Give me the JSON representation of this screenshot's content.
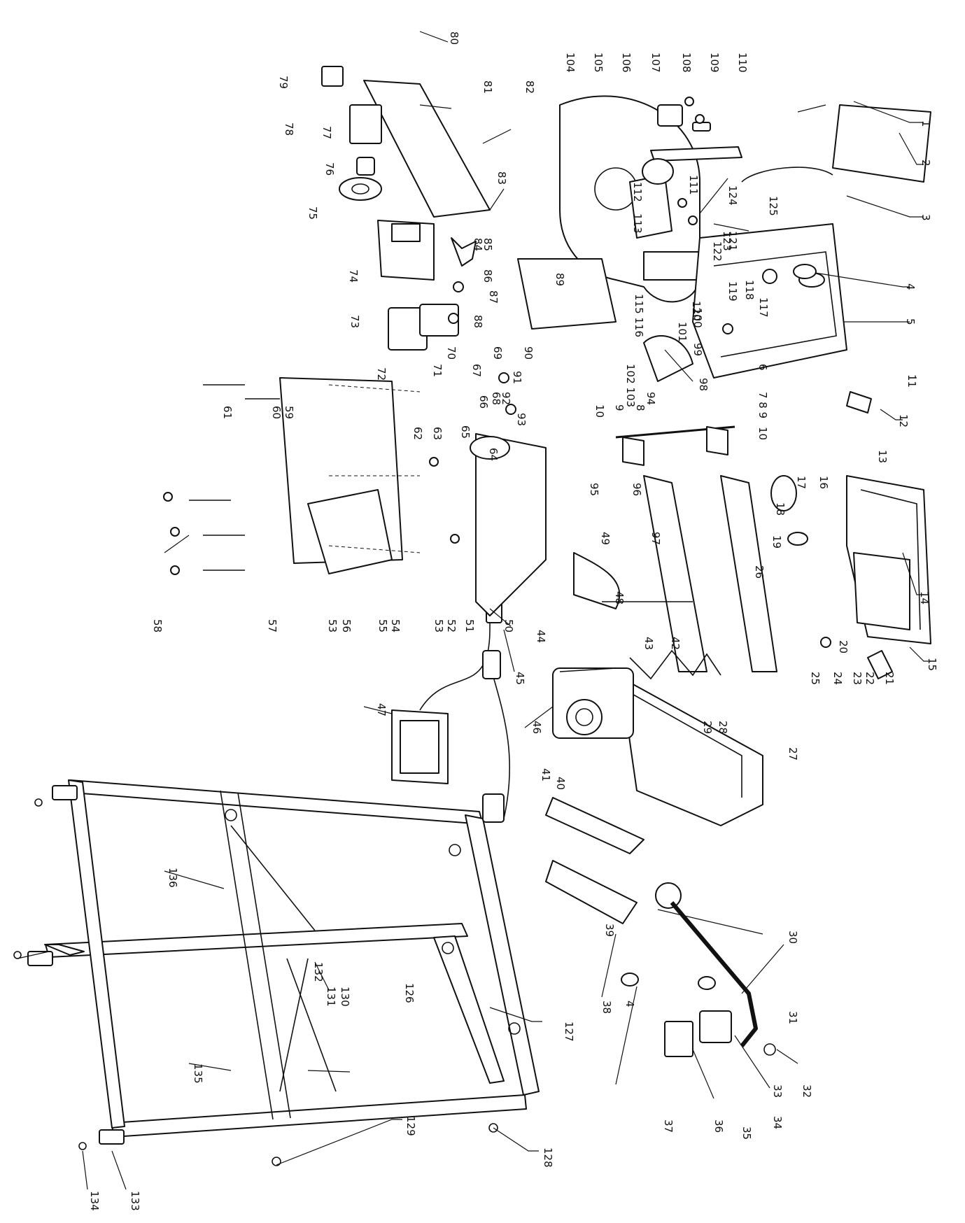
{
  "callouts": [
    "1",
    "2",
    "3",
    "4",
    "5",
    "6",
    "7 8 9",
    "10",
    "11",
    "12",
    "13",
    "14",
    "15",
    "16",
    "17",
    "18",
    "19",
    "20",
    "21",
    "22",
    "23",
    "24",
    "25",
    "26",
    "27",
    "28",
    "29",
    "30",
    "31",
    "32",
    "33",
    "34",
    "35",
    "36",
    "37",
    "38",
    "4",
    "39",
    "40",
    "41",
    "42",
    "43",
    "44",
    "45",
    "46",
    "47",
    "48",
    "49",
    "50",
    "51",
    "52",
    "53",
    "54",
    "55",
    "56",
    "53",
    "57",
    "58",
    "59",
    "60",
    "61",
    "62",
    "63",
    "64",
    "65",
    "66",
    "67",
    "68",
    "69",
    "70",
    "71",
    "72",
    "73",
    "74",
    "75",
    "76",
    "77",
    "78",
    "79",
    "80",
    "81",
    "82",
    "83",
    "84",
    "85",
    "86",
    "87",
    "88",
    "89",
    "90",
    "91",
    "92",
    "93",
    "94",
    "95",
    "96",
    "97",
    "98",
    "99",
    "100",
    "101",
    "102 103",
    "8",
    "9",
    "10",
    "104",
    "105",
    "106",
    "107",
    "108",
    "109",
    "110",
    "111",
    "112",
    "113",
    "115 116",
    "117",
    "118",
    "119",
    "120",
    "121",
    "122",
    "123",
    "124",
    "125",
    "126",
    "127",
    "128",
    "129",
    "130",
    "131",
    "132",
    "133",
    "134",
    "135",
    "136"
  ]
}
